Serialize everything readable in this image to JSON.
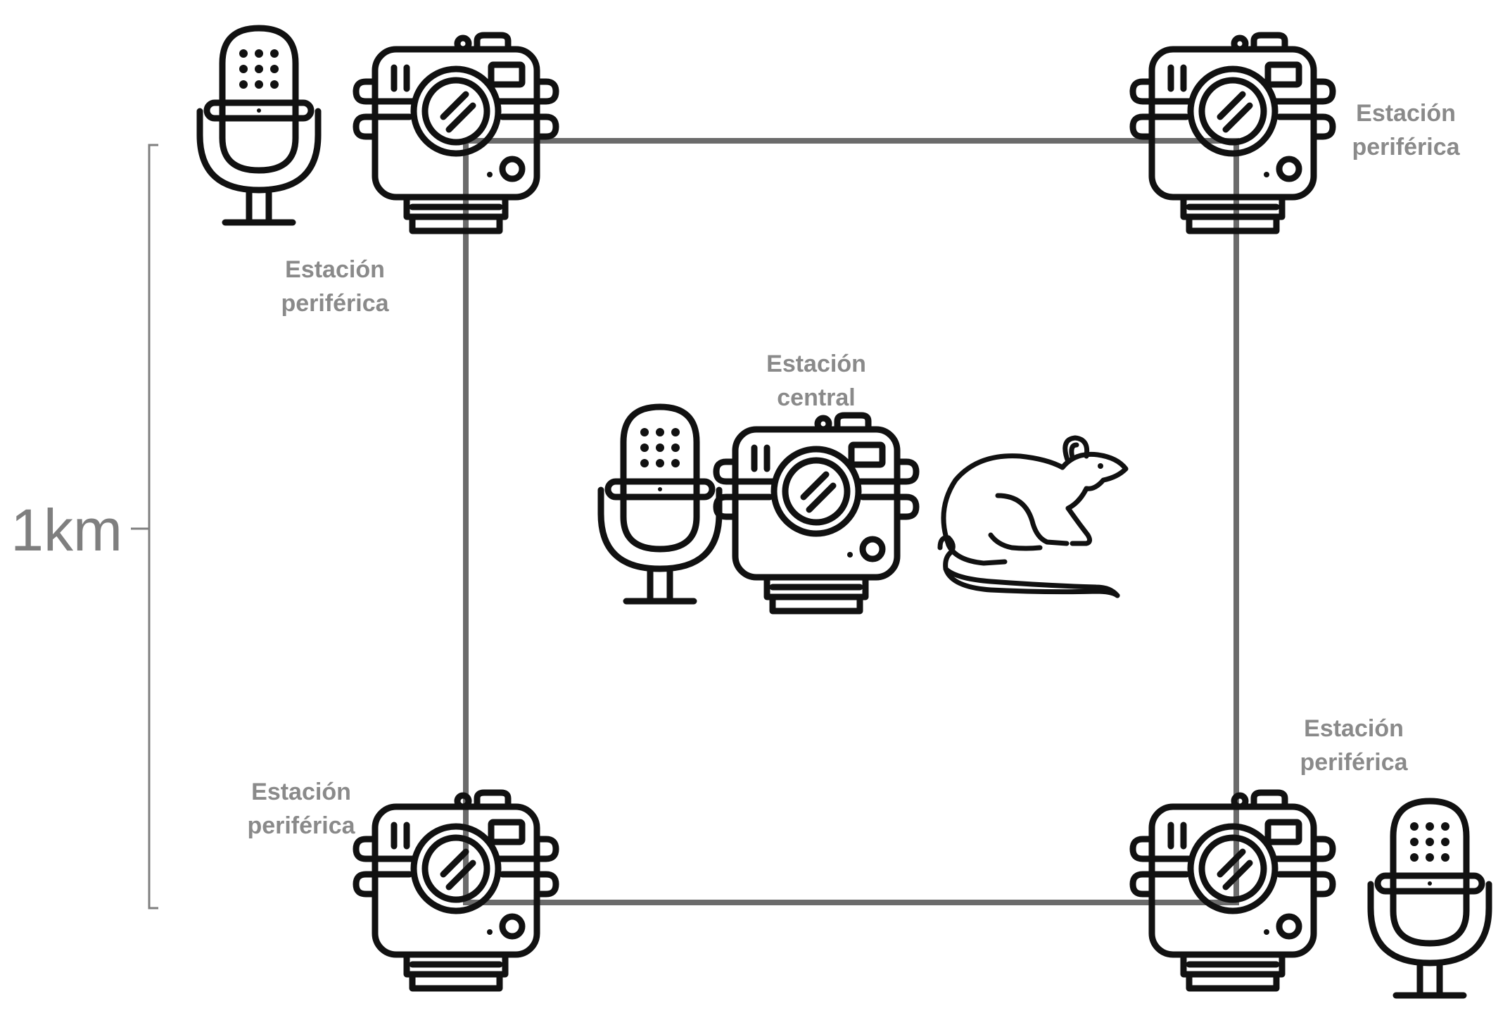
{
  "scale": {
    "label": "1km"
  },
  "stations": {
    "top_left": {
      "line1": "Estación",
      "line2": "periférica"
    },
    "top_right": {
      "line1": "Estación",
      "line2": "periférica"
    },
    "bottom_left": {
      "line1": "Estación",
      "line2": "periférica"
    },
    "bottom_right": {
      "line1": "Estación",
      "line2": "periférica"
    },
    "central": {
      "line1": "Estación",
      "line2": "central"
    }
  },
  "colors": {
    "label_text": "#8a8a8a",
    "square_line": "#6b6b6b",
    "icon_stroke": "#111111",
    "bracket": "#7f7f7f"
  },
  "icons": [
    "camera-icon",
    "microphone-icon",
    "rat-icon"
  ]
}
